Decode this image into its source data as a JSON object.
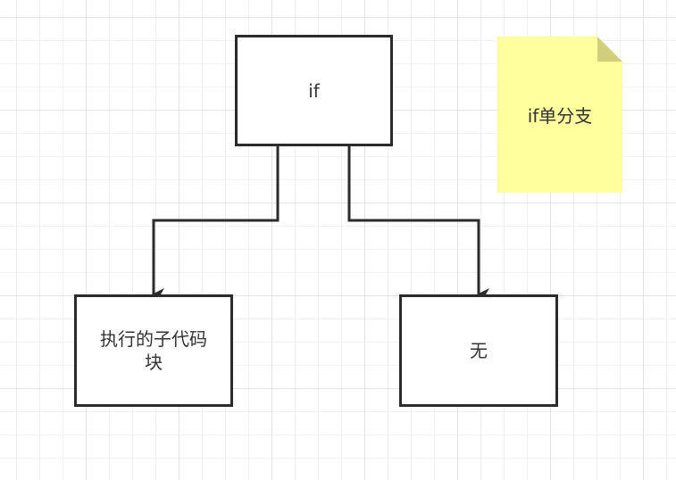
{
  "diagram": {
    "nodes": {
      "condition": {
        "label": "if"
      },
      "true_branch": {
        "label_line1": "执行的子代码",
        "label_line2": "块"
      },
      "false_branch": {
        "label": "无"
      }
    },
    "note": {
      "label": "if单分支",
      "color": "#ffff9e"
    },
    "colors": {
      "stroke": "#2b2b2b",
      "text": "#333333",
      "grid": "#e3e3e3"
    }
  }
}
